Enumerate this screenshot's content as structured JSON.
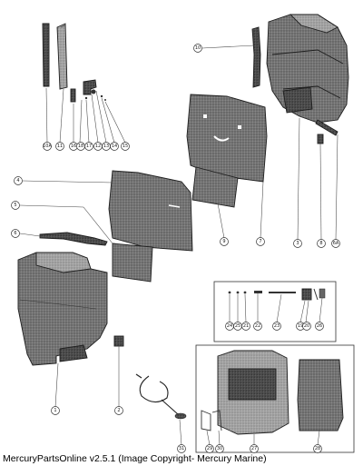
{
  "caption": "MercuryPartsOnline v2.5.1 (Image Copyright- Mercury Marine)",
  "callouts": [
    "10A",
    "11",
    "16",
    "18",
    "17",
    "12",
    "13",
    "14",
    "15",
    "10",
    "9",
    "7",
    "3",
    "4",
    "5",
    "6",
    "8",
    "6A",
    "1",
    "2",
    "24",
    "25",
    "21",
    "22",
    "23",
    "19",
    "20",
    "26",
    "27",
    "28",
    "31",
    "29",
    "30"
  ],
  "icons": [
    "cowl-top-icon",
    "cowl-bottom-icon",
    "seal-strip-icon",
    "foam-pad-icon",
    "clip-icon",
    "cable-assembly-icon",
    "bracket-kit-icon"
  ],
  "colors": {
    "ink": "#1e1e1e",
    "part_fill": "#8a8a8a",
    "part_dark": "#5a5a5a",
    "background": "#ffffff"
  }
}
